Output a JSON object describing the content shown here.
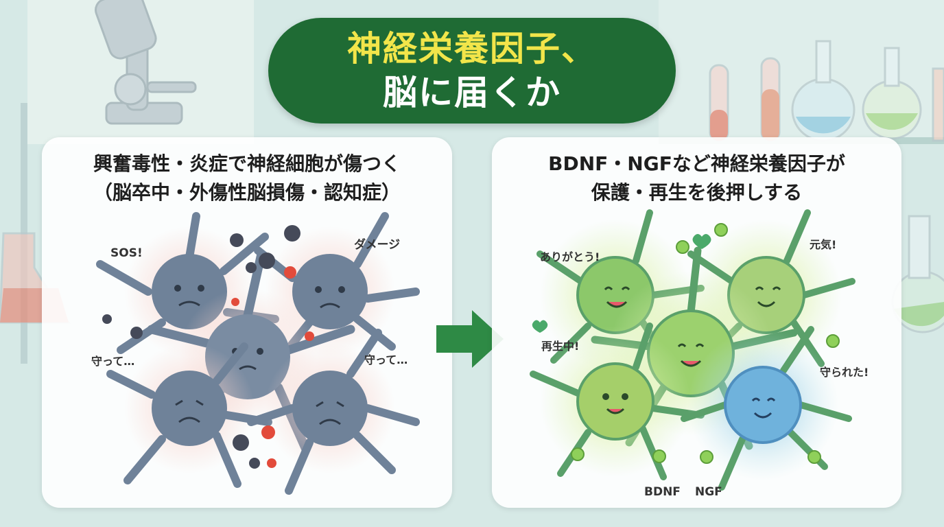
{
  "title": {
    "line1": "神経栄養因子、",
    "line2": "脳に届くか"
  },
  "left_panel": {
    "heading_line1": "興奮毒性・炎症で神経細胞が傷つく",
    "heading_line2": "（脳卒中・外傷性脳損傷・認知症）",
    "labels": {
      "sos": "SOS!",
      "damage": "ダメージ",
      "protect_left": "守って…",
      "protect_right": "守って…"
    }
  },
  "right_panel": {
    "heading_line1": "BDNF・NGFなど神経栄養因子が",
    "heading_line2": "保護・再生を後押しする",
    "labels": {
      "thanks": "ありがとう!",
      "genki": "元気!",
      "regen": "再生中!",
      "protected": "守られた!",
      "bdnf": "BDNF",
      "ngf": "NGF"
    }
  },
  "colors": {
    "title_bg": "#1f6b34",
    "title_highlight": "#f2e54a",
    "arrow": "#2e8a45",
    "damaged_cell": "#6f8299",
    "healthy_cell": "#7cc06a",
    "damage_star": "#e24b3b",
    "factor_ball": "#8fd05a"
  }
}
